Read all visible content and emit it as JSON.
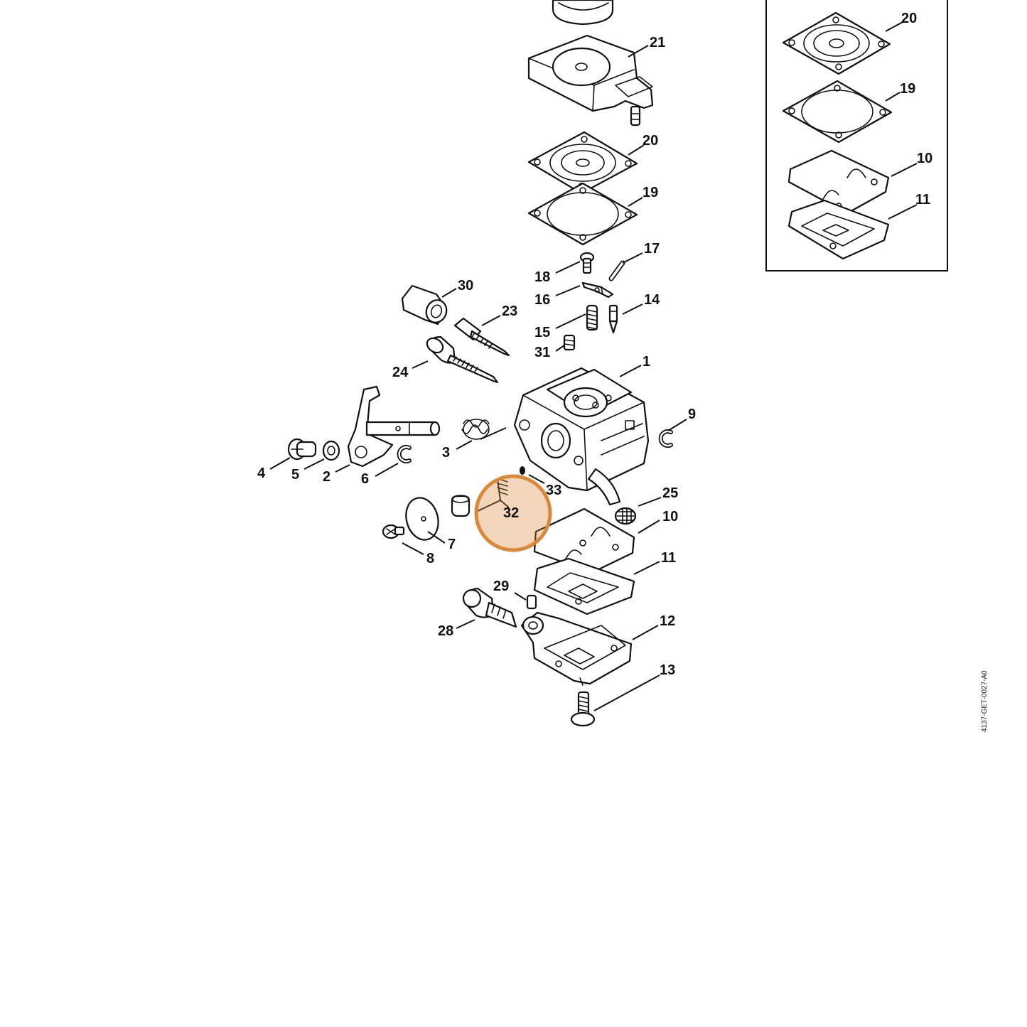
{
  "diagram": {
    "drawing_code": "4137-GET-0027-A0",
    "highlight_color": "#d9883a",
    "highlighted_part": "32",
    "callouts": [
      {
        "id": "c21",
        "text": "21"
      },
      {
        "id": "c20",
        "text": "20"
      },
      {
        "id": "c19",
        "text": "19"
      },
      {
        "id": "c17",
        "text": "17"
      },
      {
        "id": "c18",
        "text": "18"
      },
      {
        "id": "c16",
        "text": "16"
      },
      {
        "id": "c14",
        "text": "14"
      },
      {
        "id": "c15",
        "text": "15"
      },
      {
        "id": "c31",
        "text": "31"
      },
      {
        "id": "c30",
        "text": "30"
      },
      {
        "id": "c23",
        "text": "23"
      },
      {
        "id": "c24",
        "text": "24"
      },
      {
        "id": "c1",
        "text": "1"
      },
      {
        "id": "c9",
        "text": "9"
      },
      {
        "id": "c3",
        "text": "3"
      },
      {
        "id": "c4",
        "text": "4"
      },
      {
        "id": "c5",
        "text": "5"
      },
      {
        "id": "c2",
        "text": "2"
      },
      {
        "id": "c6",
        "text": "6"
      },
      {
        "id": "c33",
        "text": "33"
      },
      {
        "id": "c32",
        "text": "32"
      },
      {
        "id": "c25",
        "text": "25"
      },
      {
        "id": "c10",
        "text": "10"
      },
      {
        "id": "c7",
        "text": "7"
      },
      {
        "id": "c8",
        "text": "8"
      },
      {
        "id": "c11",
        "text": "11"
      },
      {
        "id": "c29",
        "text": "29"
      },
      {
        "id": "c28",
        "text": "28"
      },
      {
        "id": "c12",
        "text": "12"
      },
      {
        "id": "c13",
        "text": "13"
      }
    ],
    "inset_callouts": [
      {
        "id": "i20",
        "text": "20"
      },
      {
        "id": "i19",
        "text": "19"
      },
      {
        "id": "i10",
        "text": "10"
      },
      {
        "id": "i11",
        "text": "11"
      }
    ]
  }
}
